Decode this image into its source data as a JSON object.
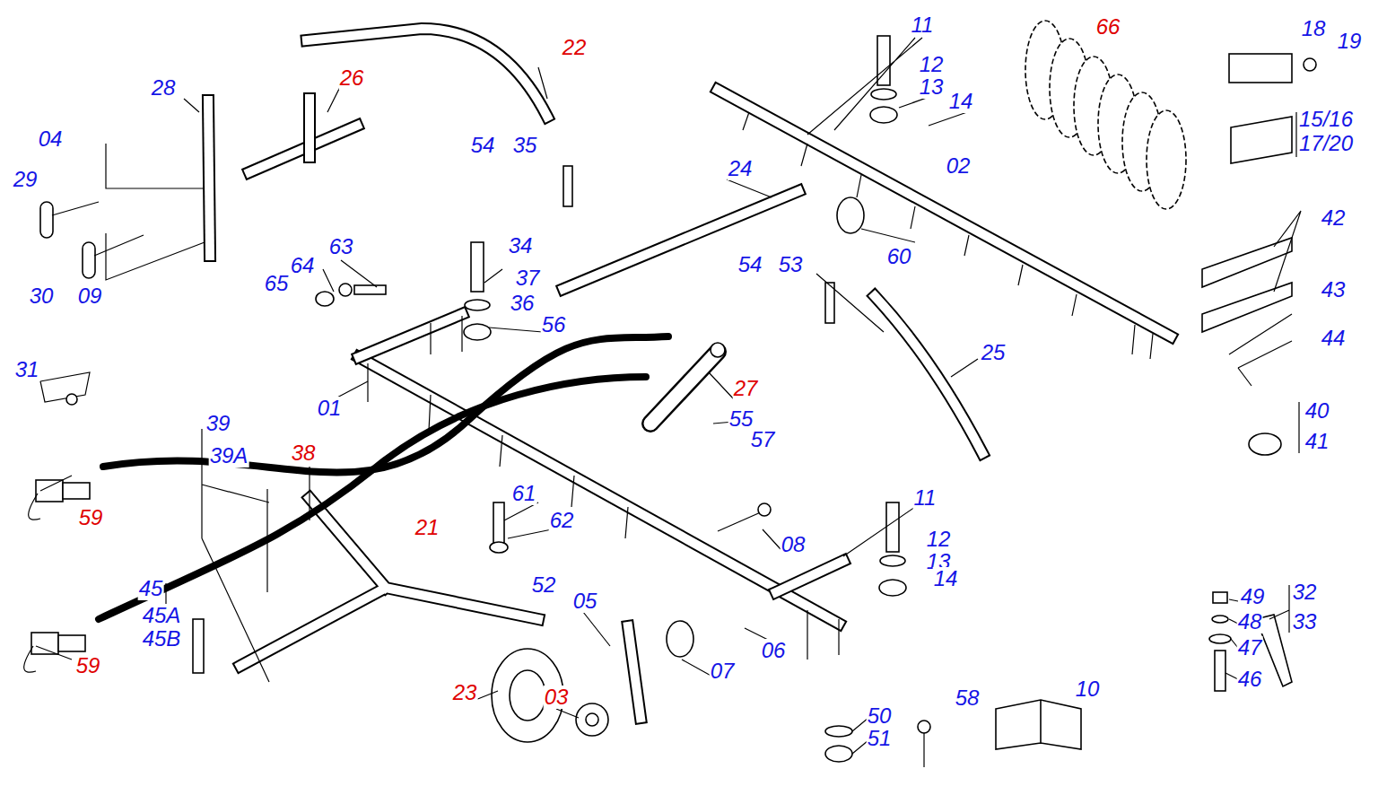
{
  "diagram": {
    "labels": [
      "11",
      "12",
      "13",
      "14",
      "66",
      "18",
      "19",
      "15/16",
      "17/20",
      "22",
      "26",
      "28",
      "04",
      "29",
      "30",
      "09",
      "54",
      "35",
      "24",
      "02",
      "42",
      "43",
      "44",
      "40",
      "41",
      "34",
      "63",
      "64",
      "65",
      "37",
      "36",
      "56",
      "54",
      "53",
      "60",
      "25",
      "31",
      "01",
      "27",
      "55",
      "57",
      "39",
      "39A",
      "38",
      "21",
      "59",
      "61",
      "62",
      "08",
      "11",
      "12",
      "13",
      "14",
      "52",
      "05",
      "45",
      "45A",
      "45B",
      "49",
      "32",
      "48",
      "33",
      "47",
      "06",
      "07",
      "59",
      "46",
      "23",
      "03",
      "10",
      "50",
      "51",
      "58"
    ]
  }
}
